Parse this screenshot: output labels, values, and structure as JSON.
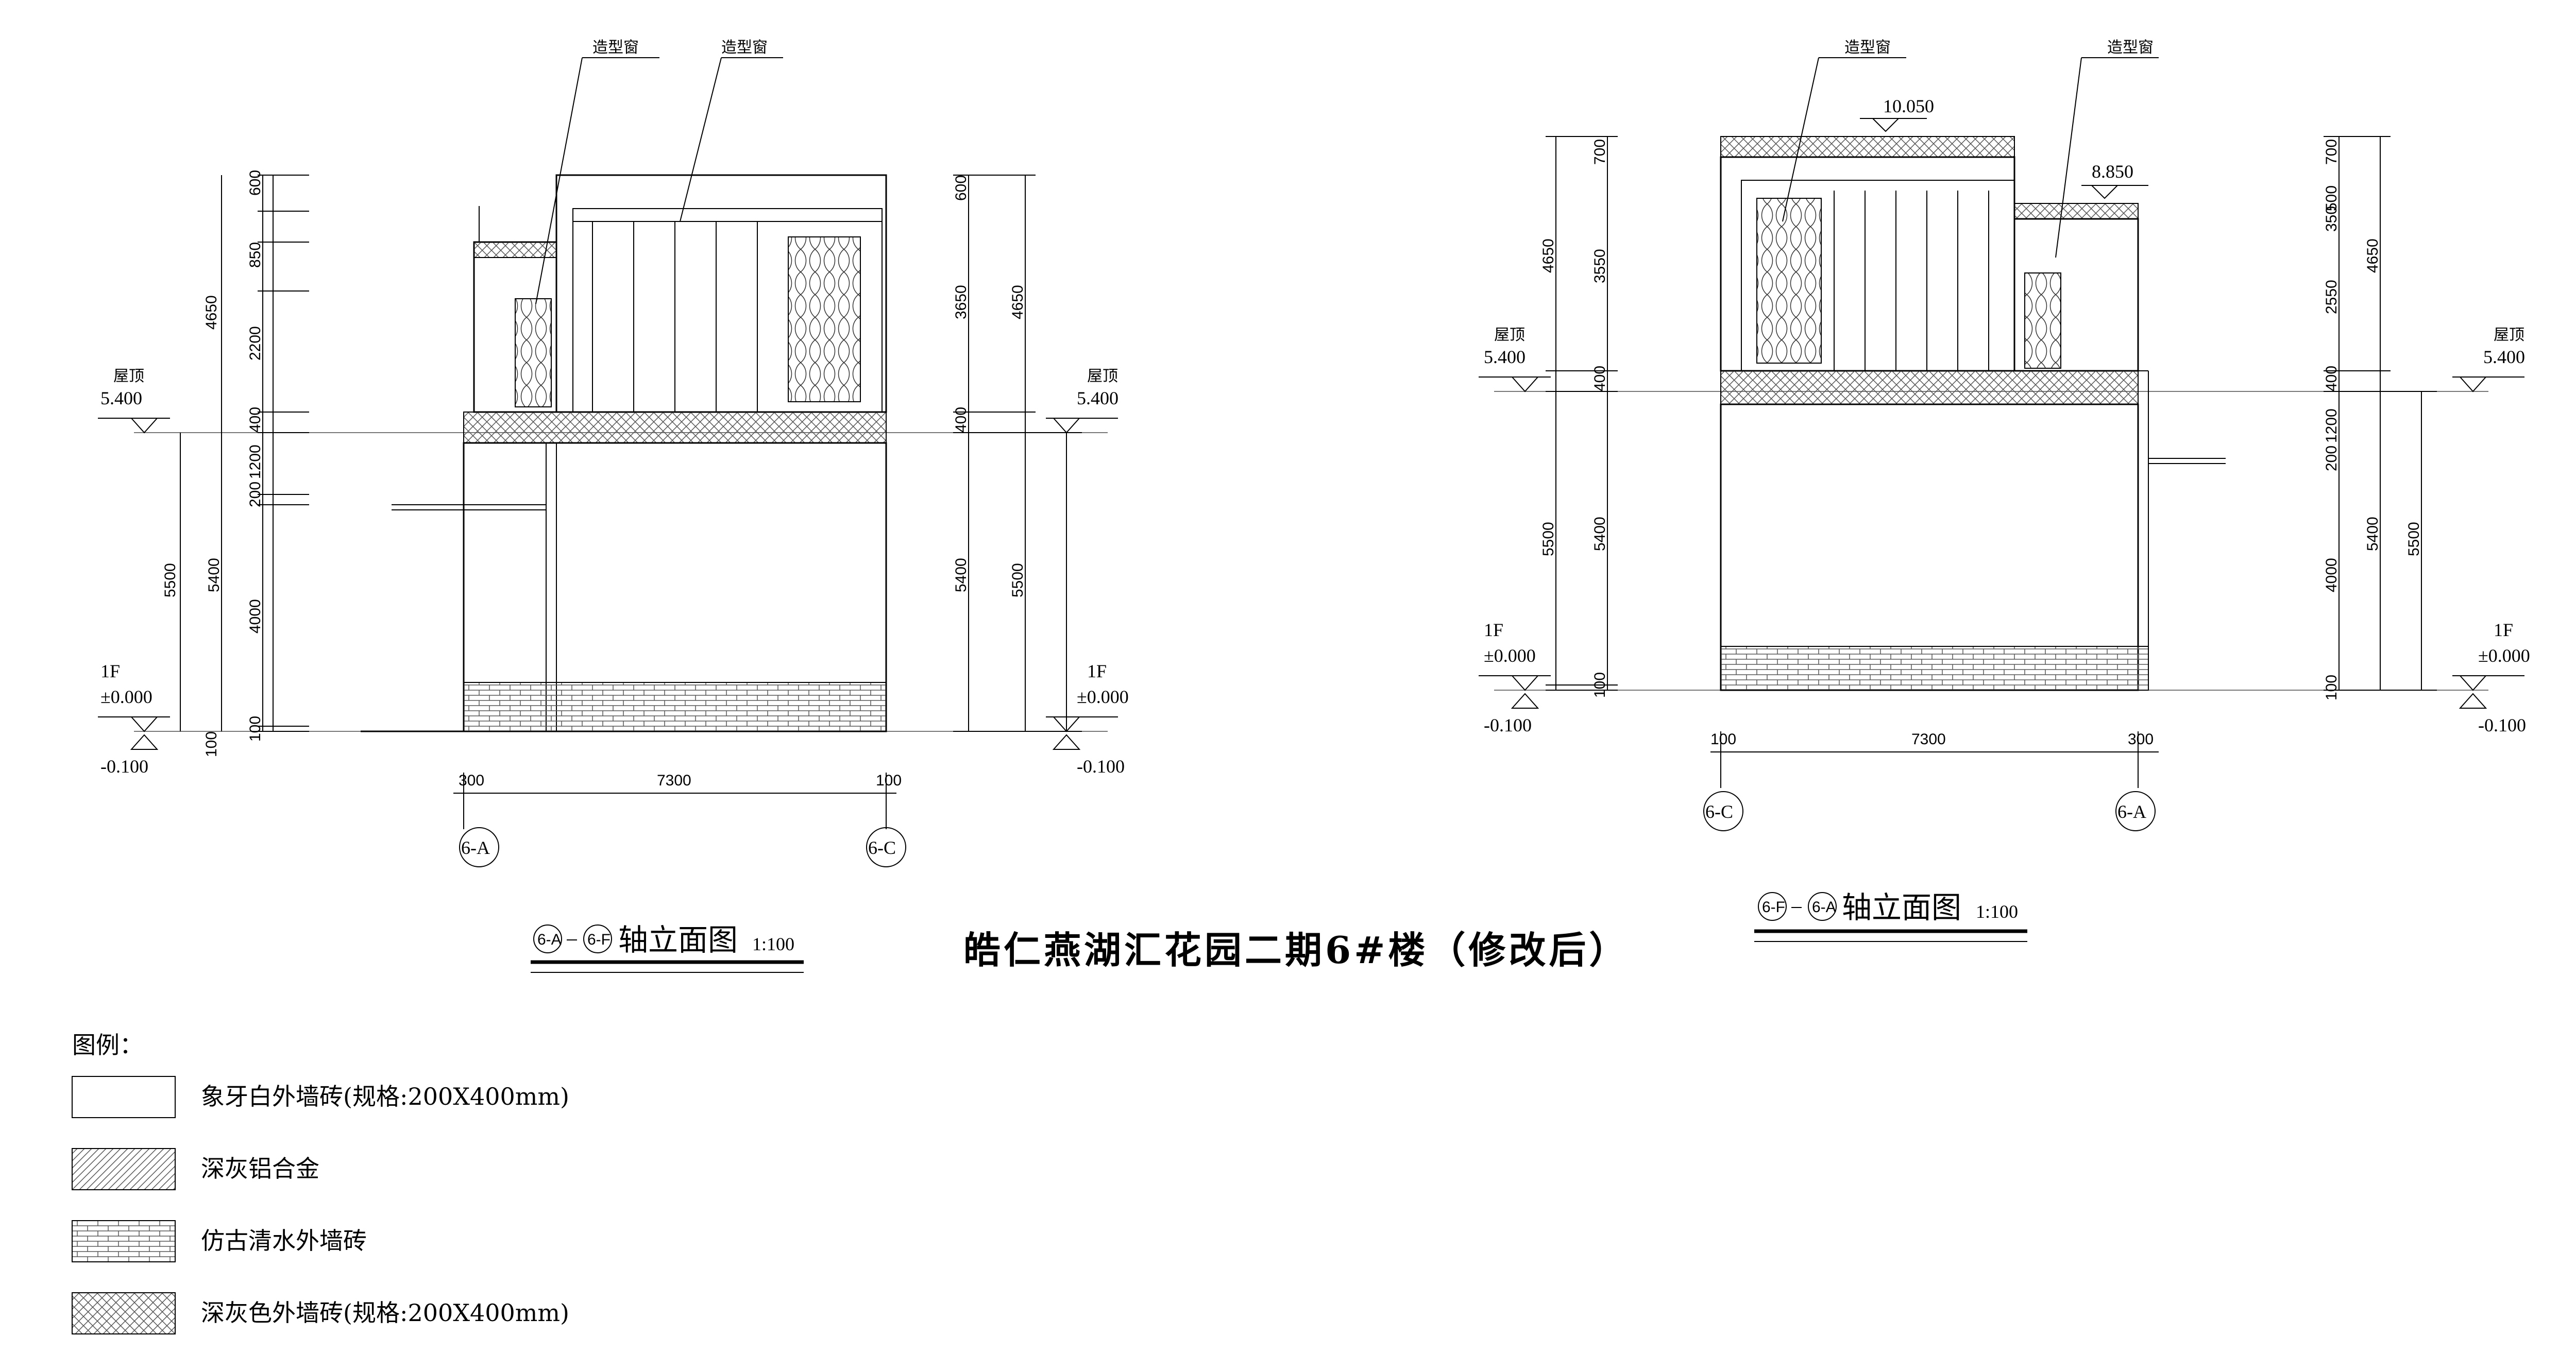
{
  "title": "皓仁燕湖汇花园二期6#楼（修改后）",
  "views": [
    {
      "id": "left",
      "name": "⑥A-⑥F轴立面图",
      "name_start": "6-A",
      "name_end": "6-F",
      "name_suffix": "轴立面图",
      "scale": "1:100",
      "callouts": [
        "造型窗",
        "造型窗"
      ],
      "levels": [
        {
          "floor": "屋顶",
          "elev": "5.400"
        },
        {
          "floor": "1F",
          "elev": "±0.000"
        },
        {
          "floor": "",
          "elev": "-0.100"
        }
      ],
      "left_dims_outer": [
        "4650",
        "5500",
        "100"
      ],
      "left_dims_mid": [
        "600",
        "850",
        "2200",
        "400",
        "1200",
        "200",
        "4000",
        "100"
      ],
      "right_dims_inner": [
        "600",
        "3650",
        "400",
        "5400"
      ],
      "right_dims_outer": [
        "4650",
        "5500"
      ],
      "left_dims_mid2": [
        "5400"
      ],
      "bottom_dims": [
        "300",
        "7300",
        "100"
      ],
      "axes": [
        "6-A",
        "6-C"
      ]
    },
    {
      "id": "right",
      "name": "⑥F-⑥A轴立面图",
      "name_start": "6-F",
      "name_end": "6-A",
      "name_suffix": "轴立面图",
      "scale": "1:100",
      "callouts": [
        "造型窗",
        "造型窗"
      ],
      "top_elev": "10.050",
      "mid_elev": "8.850",
      "levels": [
        {
          "floor": "屋顶",
          "elev": "5.400"
        },
        {
          "floor": "1F",
          "elev": "±0.000"
        },
        {
          "floor": "",
          "elev": "-0.100"
        }
      ],
      "left_dims_outer": [
        "4650",
        "5500"
      ],
      "left_dims_inner": [
        "700",
        "3550",
        "400",
        "5400",
        "100"
      ],
      "right_dims_inner": [
        "700",
        "500",
        "350",
        "2550",
        "400",
        "1200",
        "200",
        "4000",
        "100"
      ],
      "right_dims_mid": [
        "4650",
        "5400"
      ],
      "right_dims_outer": [
        "5500"
      ],
      "bottom_dims": [
        "100",
        "7300",
        "300"
      ],
      "axes": [
        "6-C",
        "6-A"
      ]
    }
  ],
  "legend": {
    "title": "图例：",
    "items": [
      {
        "label": "象牙白外墙砖(规格:200X400mm)",
        "pattern": "blank"
      },
      {
        "label": "深灰铝合金",
        "pattern": "diagonal"
      },
      {
        "label": "仿古清水外墙砖",
        "pattern": "brick"
      },
      {
        "label": "深灰色外墙砖(规格:200X400mm)",
        "pattern": "crosshatch"
      }
    ]
  },
  "colors": {
    "line": "#000000",
    "background": "#ffffff",
    "hatch": "#555555"
  }
}
